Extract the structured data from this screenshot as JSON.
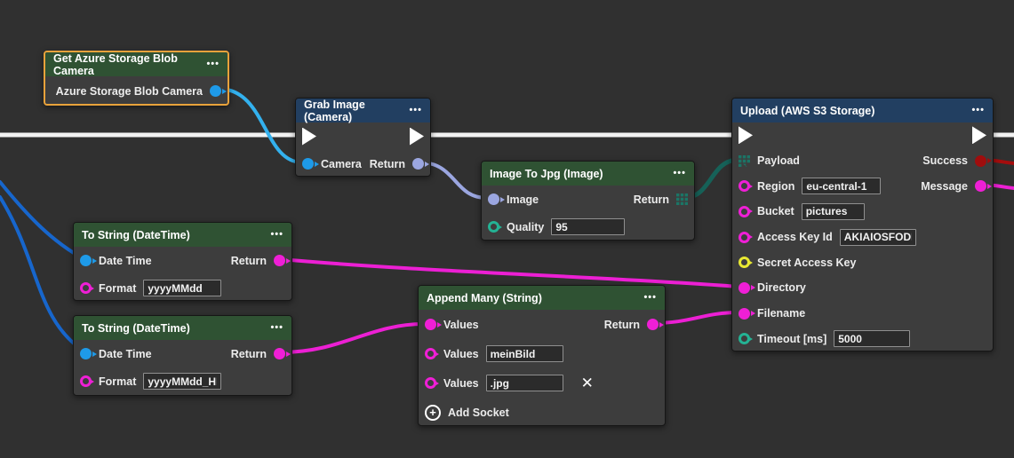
{
  "ui": {
    "menu_dots": "•••",
    "delete_glyph": "✕",
    "plus_glyph": "+"
  },
  "colors": {
    "canvas-bg": "#303030",
    "node-body": "#3d3d3d",
    "header-green": "#2f5233",
    "header-blue": "#223f61",
    "selection-orange": "#e8a23b",
    "pin-blue": "#1e9ae8",
    "pin-lavender": "#9ba6e0",
    "pin-magenta": "#ef1fd6",
    "pin-yellow": "#e8e832",
    "pin-teal": "#24b294",
    "pin-grid-teal": "#1b7566",
    "pin-red": "#a00d0d",
    "exec-white": "#ffffff",
    "wire-exec": "#f2f2f2",
    "wire-azure": "#33b1ee",
    "wire-blue": "#1766cc",
    "wire-lavender": "#9ba6e0",
    "wire-teal": "#166158",
    "wire-magenta": "#ec1fd4",
    "wire-red": "#a50d0d"
  },
  "nodes": {
    "azure": {
      "title": "Get Azure Storage Blob Camera",
      "camera_out_label": "Azure Storage Blob Camera"
    },
    "grab": {
      "title": "Grab Image (Camera)",
      "camera_label": "Camera",
      "return_label": "Return"
    },
    "jpg": {
      "title": "Image To Jpg (Image)",
      "image_label": "Image",
      "return_label": "Return",
      "quality_label": "Quality",
      "quality_value": "95"
    },
    "upload": {
      "title": "Upload (AWS S3 Storage)",
      "payload_label": "Payload",
      "success_label": "Success",
      "region_label": "Region",
      "region_value": "eu-central-1",
      "message_label": "Message",
      "bucket_label": "Bucket",
      "bucket_value": "pictures",
      "access_key_label": "Access Key Id",
      "access_key_value": "AKIAIOSFODNN",
      "secret_label": "Secret Access Key",
      "directory_label": "Directory",
      "filename_label": "Filename",
      "timeout_label": "Timeout [ms]",
      "timeout_value": "5000"
    },
    "tostring1": {
      "title": "To String (DateTime)",
      "datetime_label": "Date Time",
      "return_label": "Return",
      "format_label": "Format",
      "format_value": "yyyyMMdd"
    },
    "tostring2": {
      "title": "To String (DateTime)",
      "datetime_label": "Date Time",
      "return_label": "Return",
      "format_label": "Format",
      "format_value": "yyyyMMdd_HH"
    },
    "append": {
      "title": "Append Many (String)",
      "values_label": "Values",
      "return_label": "Return",
      "values2_value": "meinBild",
      "values3_value": ".jpg",
      "add_socket_label": "Add Socket"
    }
  }
}
